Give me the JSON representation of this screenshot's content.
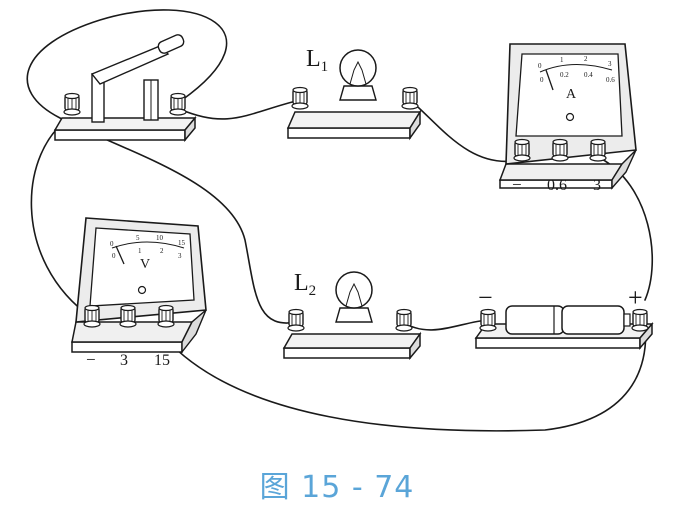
{
  "caption": "图 15 - 74",
  "colors": {
    "ink": "#1a1a1a",
    "caption": "#5aa5d8",
    "box_face": "#ececec",
    "box_shadow": "#cfcfcf"
  },
  "lamp1": {
    "label": "L",
    "sub": "1"
  },
  "lamp2": {
    "label": "L",
    "sub": "2"
  },
  "ammeter": {
    "dial_symbol": "A",
    "scale_top": [
      "0",
      "1",
      "2",
      "3"
    ],
    "scale_bottom": [
      "0",
      "0.2",
      "0.4",
      "0.6"
    ],
    "terminals": [
      "−",
      "0.6",
      "3"
    ]
  },
  "voltmeter": {
    "dial_symbol": "V",
    "scale_top": [
      "0",
      "5",
      "10",
      "15"
    ],
    "scale_bottom": [
      "0",
      "1",
      "2",
      "3"
    ],
    "terminals": [
      "−",
      "3",
      "15"
    ]
  },
  "battery": {
    "negative": "−",
    "positive": "+"
  },
  "switch": {
    "name": "knife switch"
  }
}
